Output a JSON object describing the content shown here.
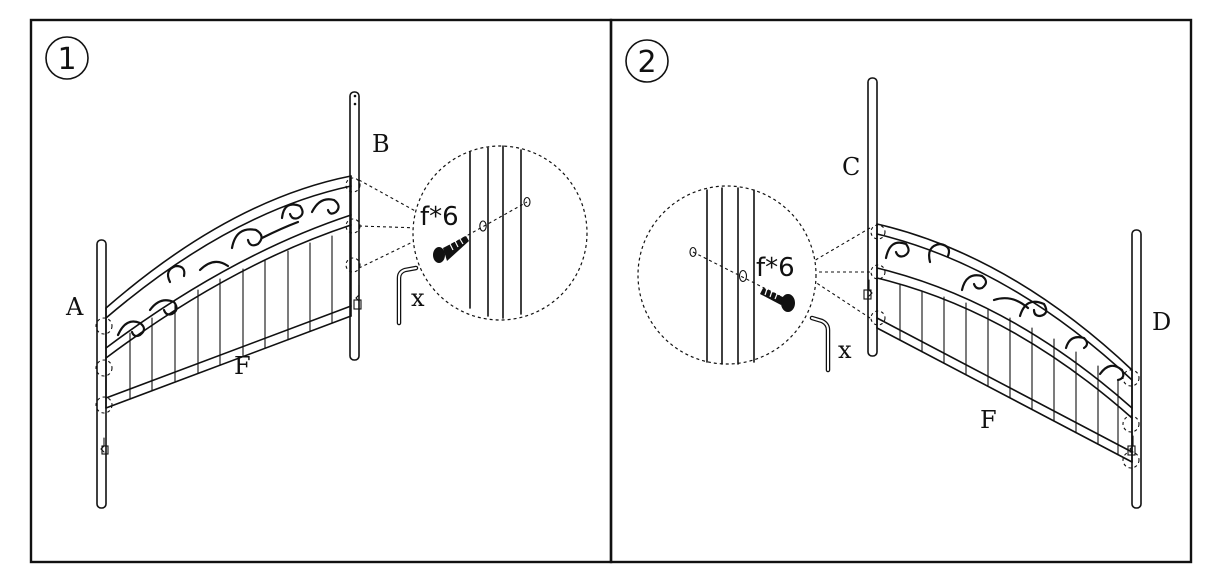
{
  "steps": [
    {
      "number": "1",
      "labels": {
        "post_left": "A",
        "post_right": "B",
        "fence": "F",
        "tool": "x"
      },
      "fastener": "f*6"
    },
    {
      "number": "2",
      "labels": {
        "post_left": "C",
        "post_right": "D",
        "fence": "F",
        "tool": "x"
      },
      "fastener": "f*6"
    }
  ],
  "colors": {
    "ink": "#111111",
    "background": "#ffffff"
  },
  "icons": {
    "bolt": "hex-socket-bolt-icon",
    "washer": "washer-icon",
    "tool": "allen-key-icon"
  }
}
